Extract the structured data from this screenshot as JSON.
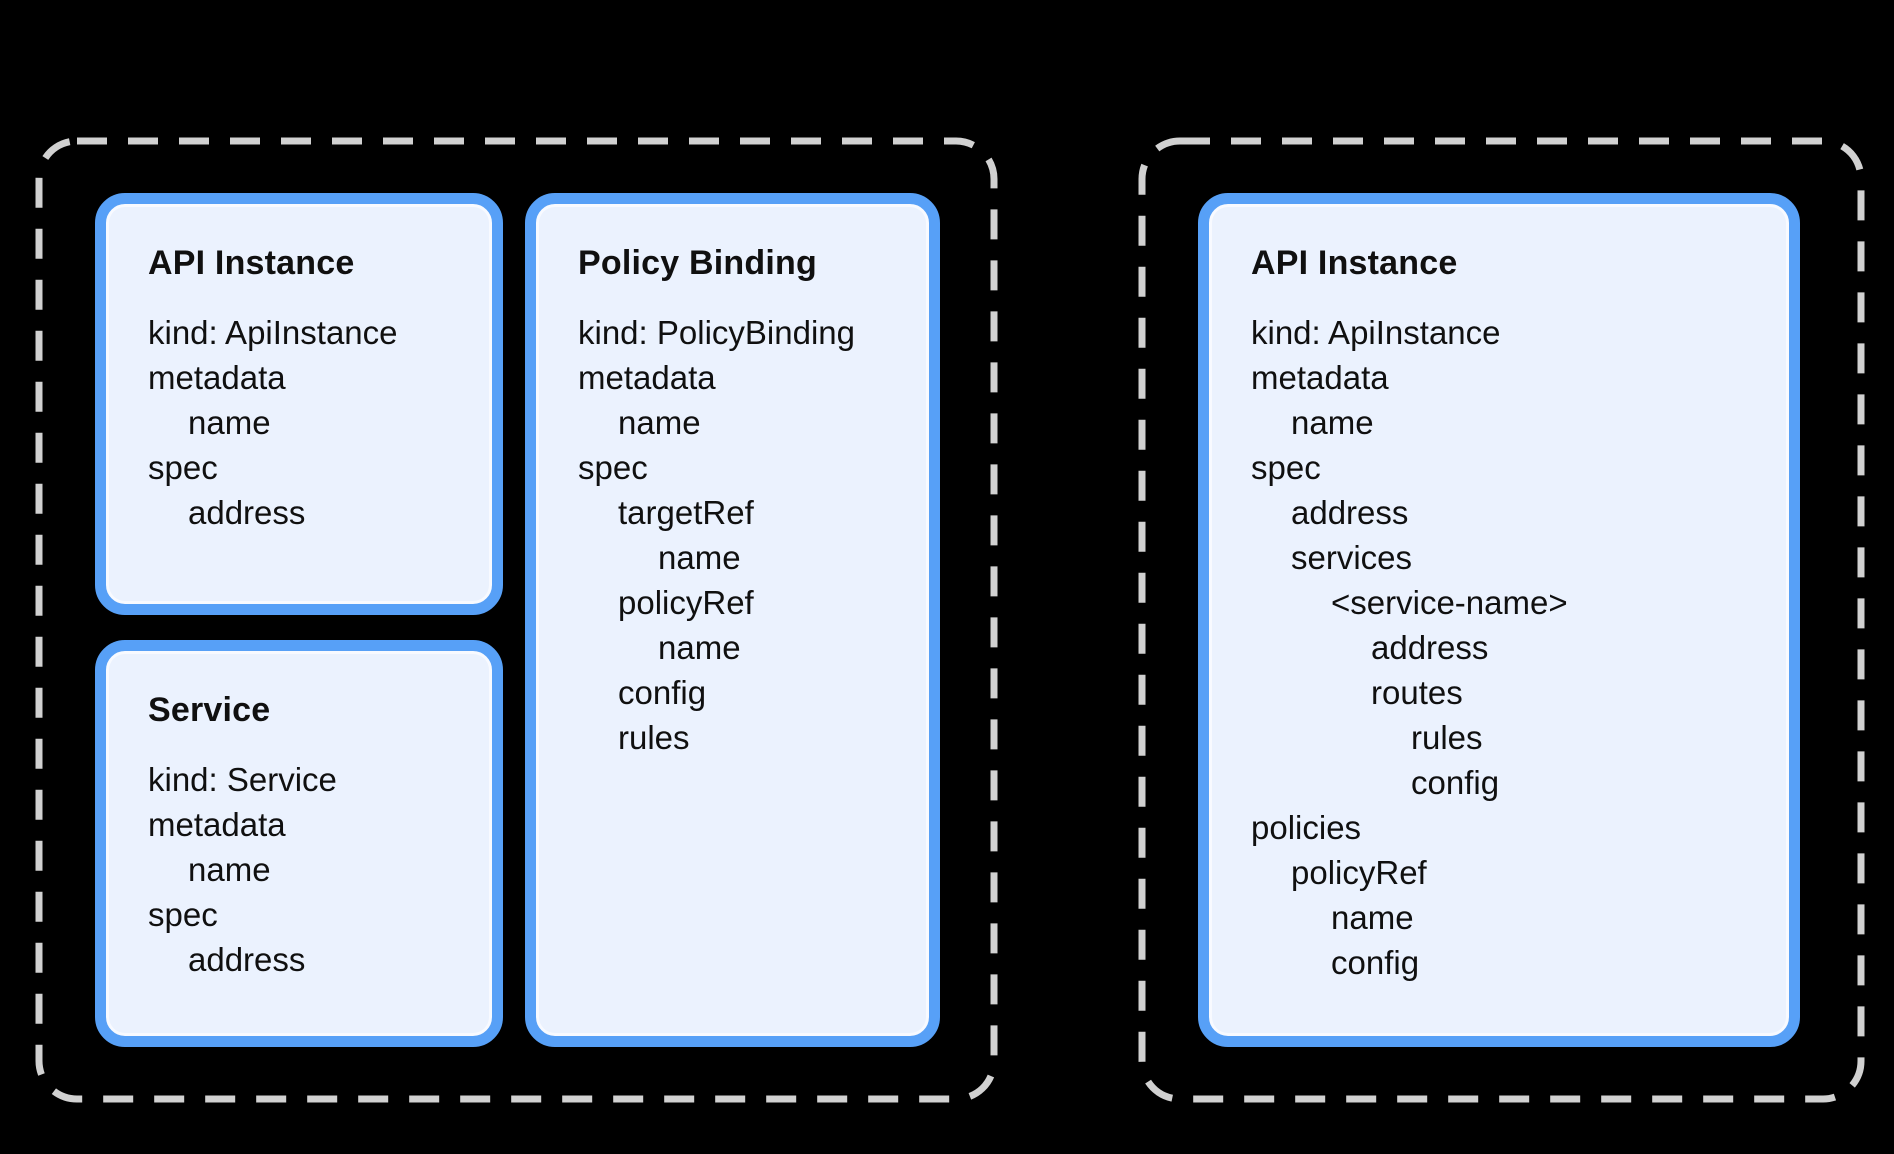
{
  "diagram": {
    "background": "#000000",
    "palette": {
      "card_border": "#57A0F7",
      "card_fill": "#EBF2FE",
      "card_inner_stroke": "#FAFCFF",
      "cluster_dash": "#D1D1D1",
      "text": "#101010"
    },
    "clusters": [
      {
        "id": "left-cluster",
        "cards": [
          {
            "title": "API Instance",
            "lines": [
              {
                "text": "kind: ApiInstance",
                "indent": 0
              },
              {
                "text": "metadata",
                "indent": 0
              },
              {
                "text": "name",
                "indent": 1
              },
              {
                "text": "spec",
                "indent": 0
              },
              {
                "text": "address",
                "indent": 1
              }
            ]
          },
          {
            "title": "Service",
            "lines": [
              {
                "text": "kind: Service",
                "indent": 0
              },
              {
                "text": "metadata",
                "indent": 0
              },
              {
                "text": "name",
                "indent": 1
              },
              {
                "text": "spec",
                "indent": 0
              },
              {
                "text": "address",
                "indent": 1
              }
            ]
          },
          {
            "title": "Policy Binding",
            "lines": [
              {
                "text": "kind: PolicyBinding",
                "indent": 0
              },
              {
                "text": "metadata",
                "indent": 0
              },
              {
                "text": "name",
                "indent": 1
              },
              {
                "text": "spec",
                "indent": 0
              },
              {
                "text": "targetRef",
                "indent": 1
              },
              {
                "text": "name",
                "indent": 2
              },
              {
                "text": "policyRef",
                "indent": 1
              },
              {
                "text": "name",
                "indent": 2
              },
              {
                "text": "config",
                "indent": 1
              },
              {
                "text": "rules",
                "indent": 1
              }
            ]
          }
        ]
      },
      {
        "id": "right-cluster",
        "cards": [
          {
            "title": "API Instance",
            "lines": [
              {
                "text": "kind: ApiInstance",
                "indent": 0
              },
              {
                "text": "metadata",
                "indent": 0
              },
              {
                "text": "name",
                "indent": 1
              },
              {
                "text": "spec",
                "indent": 0
              },
              {
                "text": "address",
                "indent": 1
              },
              {
                "text": "services",
                "indent": 1
              },
              {
                "text": "<service-name>",
                "indent": 2
              },
              {
                "text": "address",
                "indent": 3
              },
              {
                "text": "routes",
                "indent": 3
              },
              {
                "text": "rules",
                "indent": 4
              },
              {
                "text": "config",
                "indent": 4
              },
              {
                "text": "policies",
                "indent": 0
              },
              {
                "text": "policyRef",
                "indent": 1
              },
              {
                "text": "name",
                "indent": 2
              },
              {
                "text": "config",
                "indent": 2
              }
            ]
          }
        ]
      }
    ]
  }
}
